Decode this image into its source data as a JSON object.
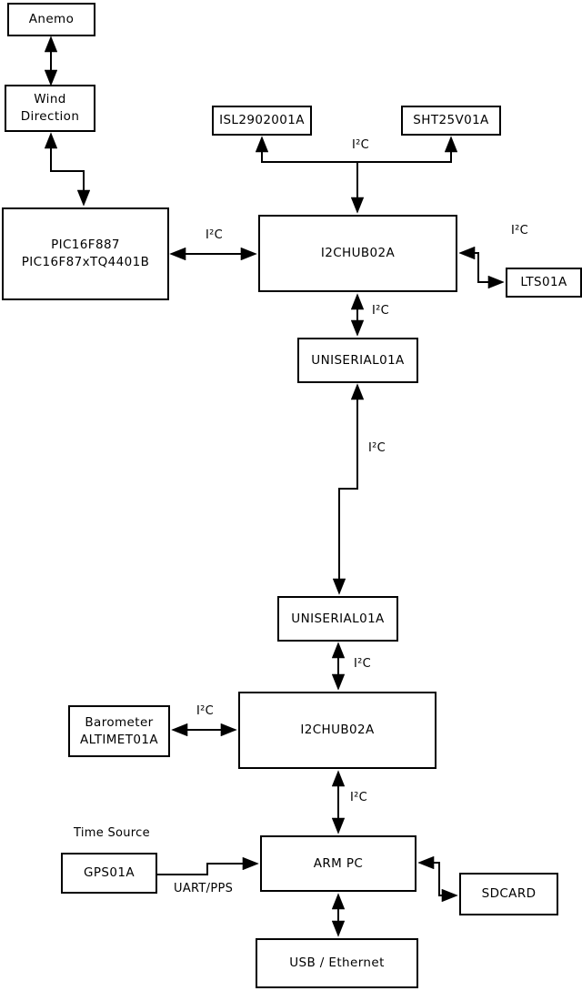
{
  "nodes": {
    "anemo": "Anemo",
    "wind_direction": "Wind\nDirection",
    "pic": "PIC16F887\nPIC16F87xTQ4401B",
    "isl": "ISL2902001A",
    "sht": "SHT25V01A",
    "i2c_hub_1": "I2CHUB02A",
    "lts": "LTS01A",
    "uniserial_1": "UNISERIAL01A",
    "uniserial_2": "UNISERIAL01A",
    "i2c_hub_2": "I2CHUB02A",
    "barometer": "Barometer\nALTIMET01A",
    "arm_pc": "ARM PC",
    "gps": "GPS01A",
    "sdcard": "SDCARD",
    "usb_ethernet": "USB / Ethernet"
  },
  "edge_labels": {
    "bus_top": "I²C",
    "pic_hub1": "I²C",
    "hub1_lts": "I²C",
    "hub1_uniserial1": "I²C",
    "uniserial_link": "I²C",
    "uniserial2_hub2": "I²C",
    "barometer_hub2": "I²C",
    "hub2_armpc": "I²C",
    "gps_title": "Time Source",
    "gps_armpc": "UART/PPS"
  },
  "colors": {
    "line": "#000000",
    "box_fill": "#ffffff",
    "background": "#ffffff"
  }
}
